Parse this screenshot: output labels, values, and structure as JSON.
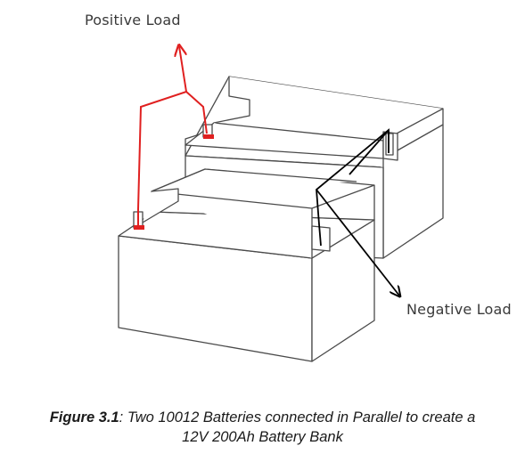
{
  "labels": {
    "positive_load": "Positive Load",
    "negative_load": "Negative Load"
  },
  "caption": {
    "prefix": "Figure 3.1",
    "line1": ": Two 10012 Batteries connected in Parallel to create a",
    "line2": "12V 200Ah Battery Bank"
  },
  "colors": {
    "positive_wire": "#e02020",
    "negative_wire": "#000000",
    "battery_outline": "#4a4a4a",
    "battery_fill": "#ffffff"
  }
}
